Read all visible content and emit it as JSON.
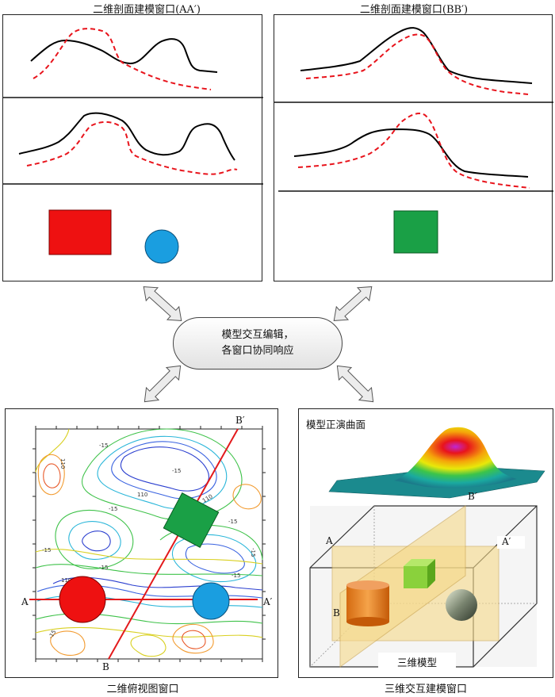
{
  "panels": {
    "aa": {
      "title": "二维剖面建模窗口(AA′)"
    },
    "bb": {
      "title": "二维剖面建模窗口(BB′)"
    },
    "plan": {
      "title": "二维俯视图窗口"
    },
    "three_d": {
      "title": "三维交互建模窗口",
      "surface_label": "模型正演曲面",
      "model_label": "三维模型"
    }
  },
  "hub": {
    "line1": "模型交互编辑，",
    "line2": "各窗口协同响应"
  },
  "section_labels": {
    "a": "A",
    "a_prime": "A′",
    "b": "B",
    "b_prime": "B′"
  },
  "contour_labels": [
    "110",
    "-15",
    "-15",
    "-15",
    "110",
    "-15",
    "110",
    "-15",
    "-15",
    "-15",
    "110",
    "-15",
    "-15"
  ],
  "colors": {
    "curve_observed": "#000000",
    "curve_model": "#e8141c",
    "rect_red": "#ee1111",
    "circle_blue": "#1a9ee0",
    "square_green": "#1aa046",
    "section_line": "#e31a1c"
  }
}
